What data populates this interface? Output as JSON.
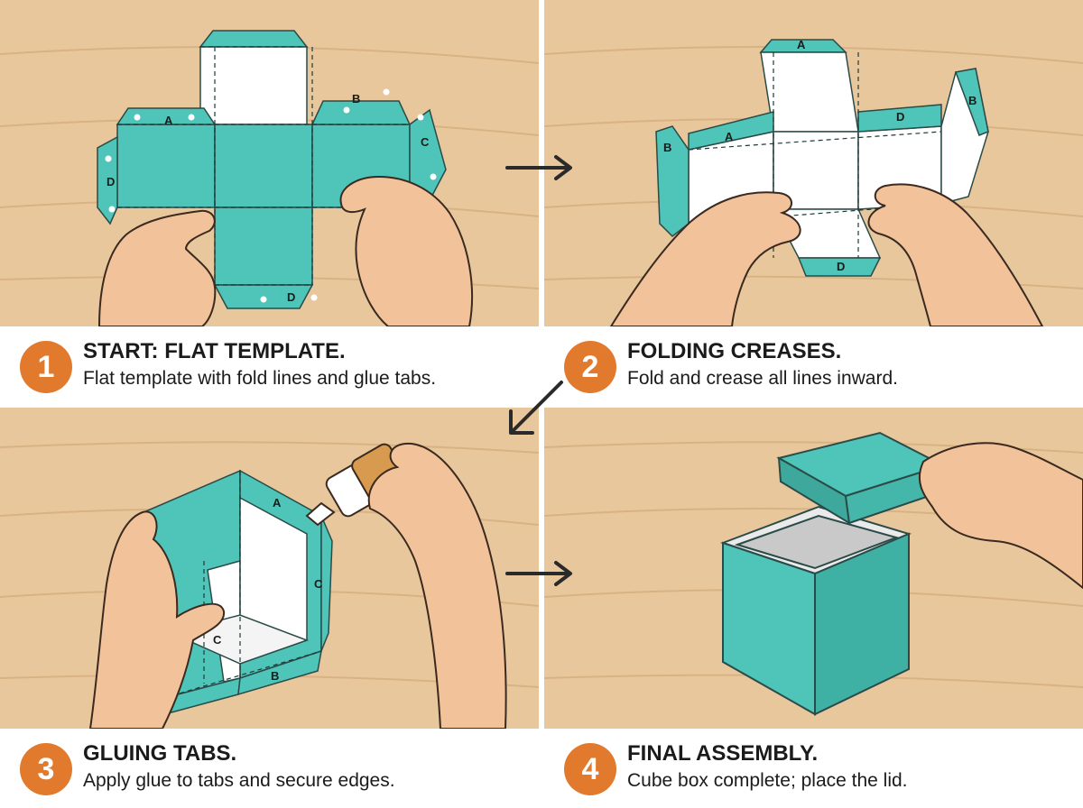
{
  "steps": [
    {
      "number": "1",
      "title": "START: FLAT TEMPLATE.",
      "description": "Flat template with fold lines and glue tabs."
    },
    {
      "number": "2",
      "title": "FOLDING CREASES.",
      "description": "Fold and crease all lines inward."
    },
    {
      "number": "3",
      "title": "GLUING TABS.",
      "description": "Apply glue to tabs and secure edges."
    },
    {
      "number": "4",
      "title": "FINAL ASSEMBLY.",
      "description": "Cube box complete; place the lid."
    }
  ],
  "tab_labels": {
    "a": "A",
    "b": "B",
    "c": "C",
    "d": "D"
  },
  "colors": {
    "teal": "#4fc4b8",
    "teal_dark": "#2f8f86",
    "wood": "#e9c79c",
    "skin": "#f2c29a",
    "badge": "#e27a2e",
    "arrow": "#2a2a2a"
  }
}
